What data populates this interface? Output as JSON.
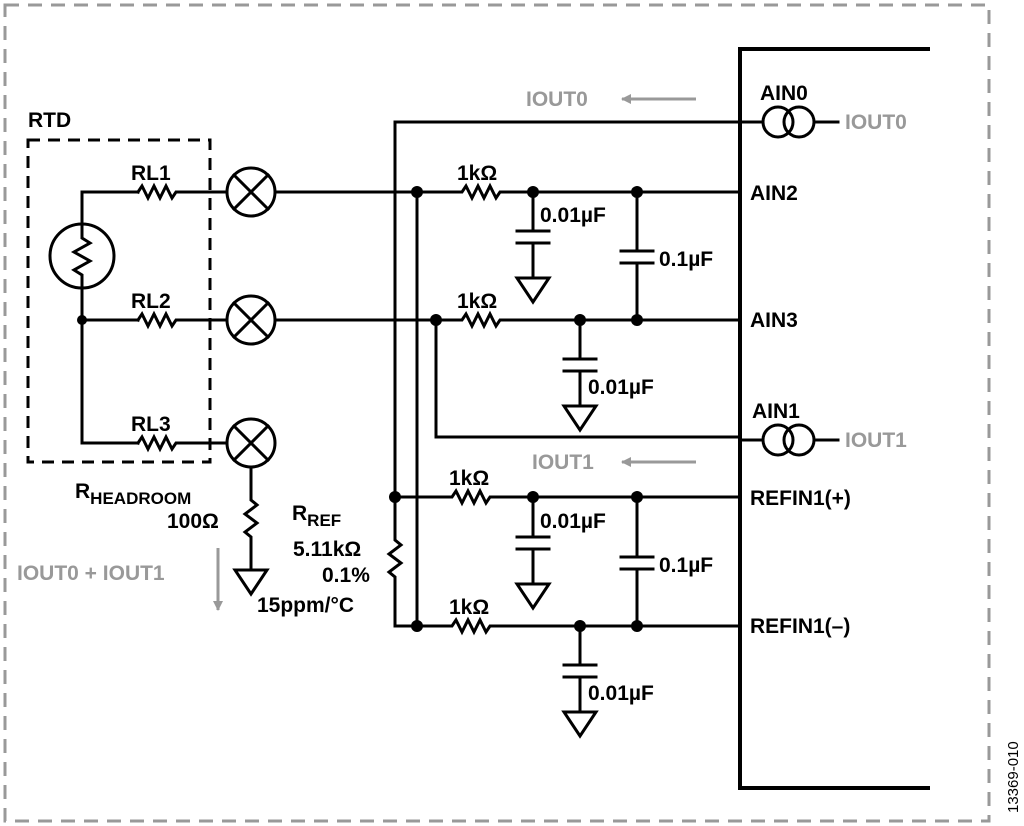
{
  "diagram": {
    "title": "3-wire RTD measurement circuit",
    "figure_id": "13369-010",
    "rtd_block": {
      "label": "RTD",
      "lead_resistors": [
        "RL1",
        "RL2",
        "RL3"
      ]
    },
    "headroom_resistor": {
      "label_main": "R",
      "label_sub": "HEADROOM",
      "value": "100Ω"
    },
    "ref_resistor": {
      "label_main": "R",
      "label_sub": "REF",
      "value": "5.11kΩ",
      "tolerance": "0.1%",
      "tempco": "15ppm/°C"
    },
    "filter": {
      "series_resistor": "1kΩ",
      "common_cap": "0.01µF",
      "diff_cap": "0.1µF"
    },
    "pins": {
      "ain0": "AIN0",
      "ain2": "AIN2",
      "ain3": "AIN3",
      "ain1": "AIN1",
      "refin_pos": "REFIN1(+)",
      "refin_neg": "REFIN1(–)"
    },
    "currents": {
      "iout0_source": "IOUT0",
      "iout1_source": "IOUT1",
      "iout0_flow": "IOUT0",
      "iout1_flow": "IOUT1",
      "sum_flow": "IOUT0 + IOUT1"
    },
    "colors": {
      "wire": "#000000",
      "current_annotation": "#999999",
      "border": "#999999"
    }
  }
}
